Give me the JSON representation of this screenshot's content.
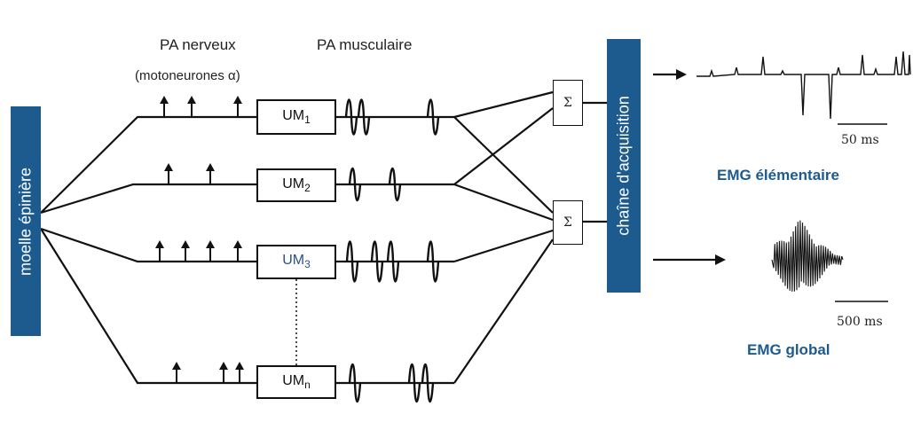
{
  "labels": {
    "pa_nerveux": "PA nerveux",
    "motoneurones": "(motoneurones α)",
    "pa_musculaire": "PA musculaire",
    "moelle": "moelle épinière",
    "chaine": "chaîne d'acquisition",
    "scale_fast": "50 ms",
    "emg_elementaire": "EMG élémentaire",
    "scale_slow": "500 ms",
    "emg_global": "EMG global",
    "sum_symbol": "Σ"
  },
  "motor_units": [
    {
      "prefix": "UM",
      "sub": "1",
      "nerve_spikes": 3,
      "muscle_aps": 3
    },
    {
      "prefix": "UM",
      "sub": "2",
      "nerve_spikes": 2,
      "muscle_aps": 2
    },
    {
      "prefix": "UM",
      "sub": "3",
      "nerve_spikes": 4,
      "muscle_aps": 4
    },
    {
      "prefix": "UM",
      "sub": "n",
      "nerve_spikes": 3,
      "muscle_aps": 3
    }
  ],
  "colors": {
    "accent_bar": "#1d5b8f",
    "label_blue": "#1d5b8f",
    "line": "#111111",
    "unit_text_3": "#2a4f8f"
  }
}
